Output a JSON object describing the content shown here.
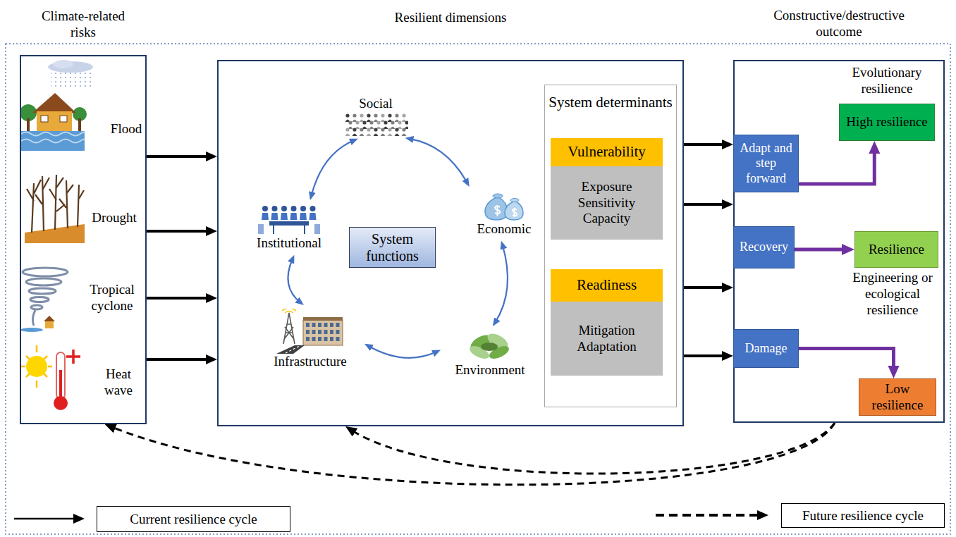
{
  "diagram": {
    "nodes": [
      {
        "text": [
          "Climate-related risks"
        ]
      },
      {
        "text": [
          "Resilient dimensions"
        ]
      },
      {
        "text": [
          "Social"
        ],
        "in": 1
      },
      {
        "text": [
          "Economic"
        ],
        "in": 1
      },
      {
        "text": [
          "Environment"
        ],
        "in": 1
      },
      {
        "text": [
          "Infrastructure"
        ],
        "in": 1
      },
      {
        "text": [
          "Institutional"
        ],
        "in": 1
      },
      {
        "text": [
          "System functions"
        ],
        "in": 1
      },
      {
        "text": [
          "System determinants"
        ],
        "in": 1
      },
      {
        "text": [
          "Vulnerability"
        ],
        "in": 8
      },
      {
        "text": [
          "Exposure Sensitivity Capacity"
        ],
        "in": 8
      },
      {
        "text": [
          "Readiness"
        ],
        "in": 8
      },
      {
        "text": [
          "Mitigation Adaptation"
        ],
        "in": 8
      },
      {
        "text": [
          "Constructive/destructive outcome"
        ]
      },
      {
        "text": [
          "Adapt and step forward"
        ],
        "in": 13
      },
      {
        "text": [
          "Recovery"
        ],
        "in": 13
      },
      {
        "text": [
          "Damage"
        ],
        "in": 13
      },
      {
        "text": [
          "High resilience"
        ],
        "in": 13
      },
      {
        "text": [
          "Resilience"
        ],
        "in": 13
      },
      {
        "text": [
          "Low resilience"
        ],
        "in": 13
      }
    ],
    "edges": [
      {
        "from": 0,
        "to": 1,
        "arrow": "to"
      },
      {
        "from": 0,
        "to": 1,
        "arrow": "to"
      },
      {
        "from": 0,
        "to": 1,
        "arrow": "to"
      },
      {
        "from": 0,
        "to": 1,
        "arrow": "to"
      },
      {
        "from": 2,
        "to": 3,
        "arrow": "both"
      },
      {
        "from": 3,
        "to": 4,
        "arrow": "both"
      },
      {
        "from": 4,
        "to": 5,
        "arrow": "both"
      },
      {
        "from": 5,
        "to": 6,
        "arrow": "both"
      },
      {
        "from": 6,
        "to": 2,
        "arrow": "both"
      },
      {
        "from": 1,
        "to": 14,
        "arrow": "to"
      },
      {
        "from": 1,
        "to": 13,
        "arrow": "to"
      },
      {
        "from": 1,
        "to": 13,
        "arrow": "to"
      },
      {
        "from": 1,
        "to": 16,
        "arrow": "to"
      },
      {
        "from": 14,
        "to": 17,
        "arrow": "to"
      },
      {
        "from": 15,
        "to": 18,
        "arrow": "to"
      },
      {
        "from": 16,
        "to": 19,
        "arrow": "to"
      },
      {
        "from": 13,
        "to": 0,
        "arrow": "to"
      },
      {
        "from": 13,
        "to": 1,
        "arrow": "to"
      }
    ],
    "labels": [
      "Flood",
      "Drought",
      "Tropical cyclone",
      "Heat wave",
      "Evolutionary resilience",
      "Engineering or ecological resilience"
    ],
    "legend": [
      {
        "text": "Current resilience cycle"
      },
      {
        "text": "Future resilience cycle"
      }
    ]
  }
}
